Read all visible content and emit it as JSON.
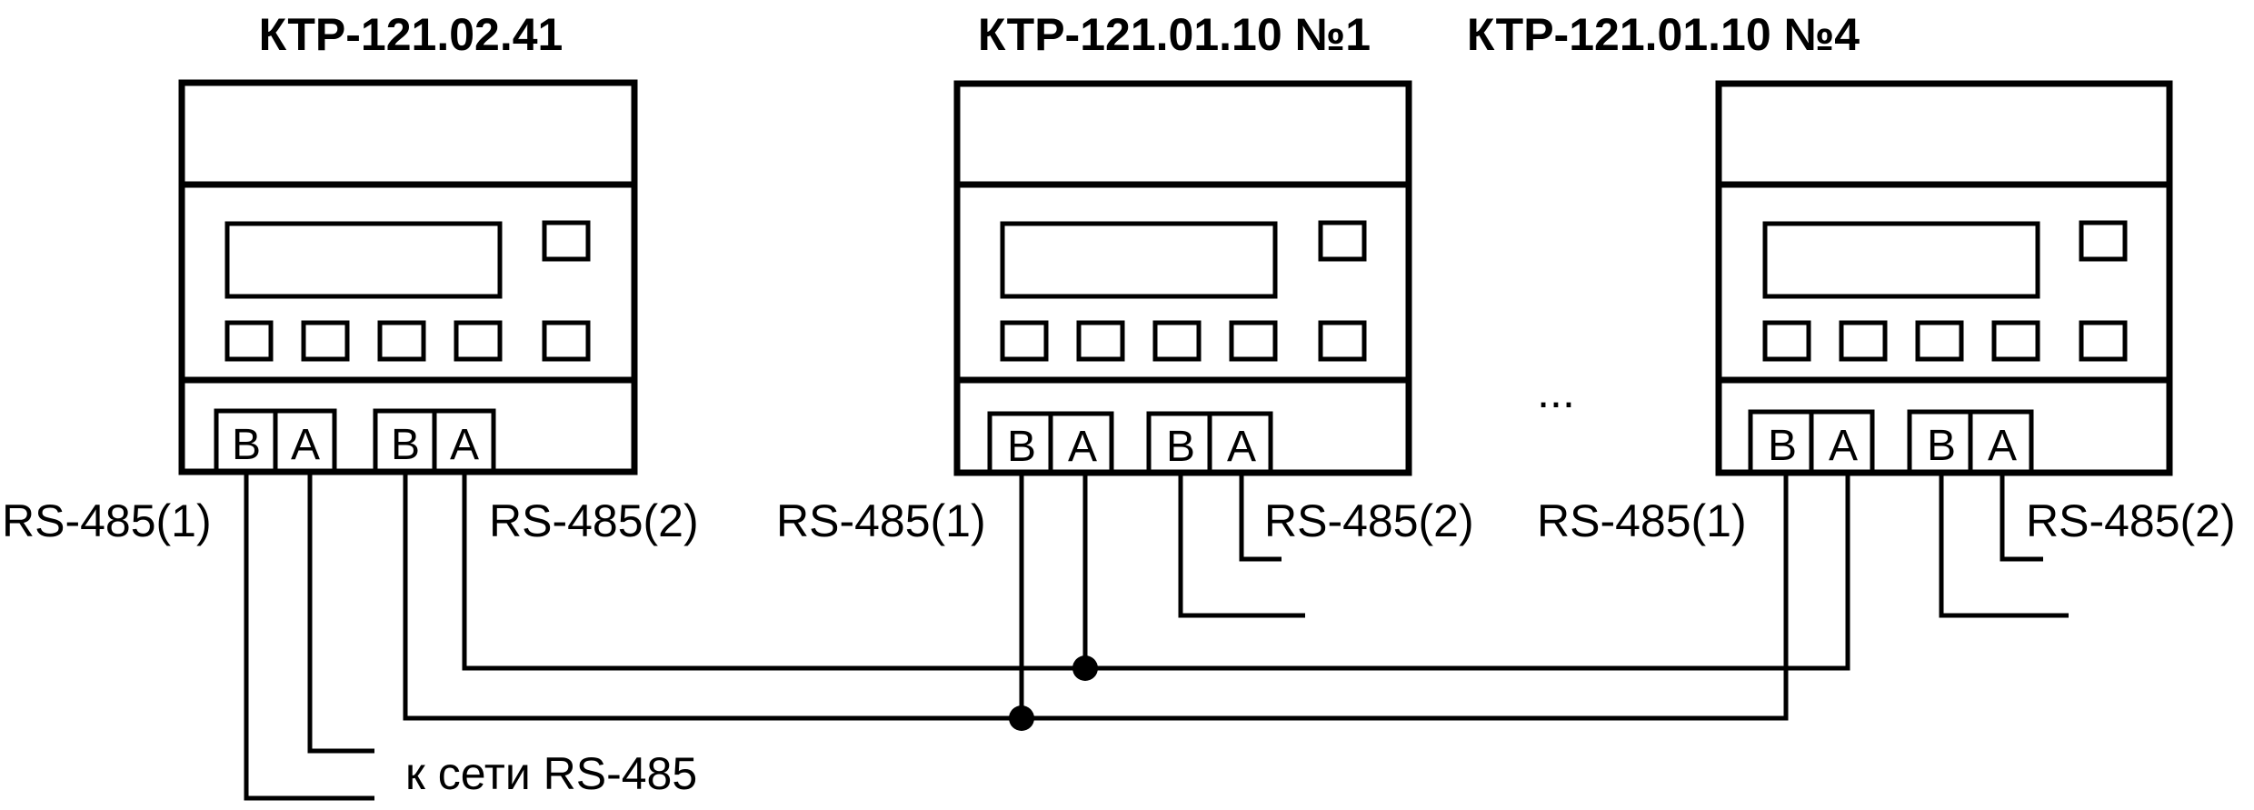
{
  "devices": [
    {
      "title": "КТР-121.02.41",
      "terminals": [
        "B",
        "A",
        "B",
        "A"
      ],
      "port_left": "RS-485(1)",
      "port_right": "RS-485(2)"
    },
    {
      "title": "КТР-121.01.10 №1",
      "terminals": [
        "B",
        "A",
        "B",
        "A"
      ],
      "port_left": "RS-485(1)",
      "port_right": "RS-485(2)"
    },
    {
      "title": "КТР-121.01.10 №4",
      "terminals": [
        "B",
        "A",
        "B",
        "A"
      ],
      "port_left": "RS-485(1)",
      "port_right": "RS-485(2)"
    }
  ],
  "ellipsis": "...",
  "network_label": "к сети RS-485"
}
